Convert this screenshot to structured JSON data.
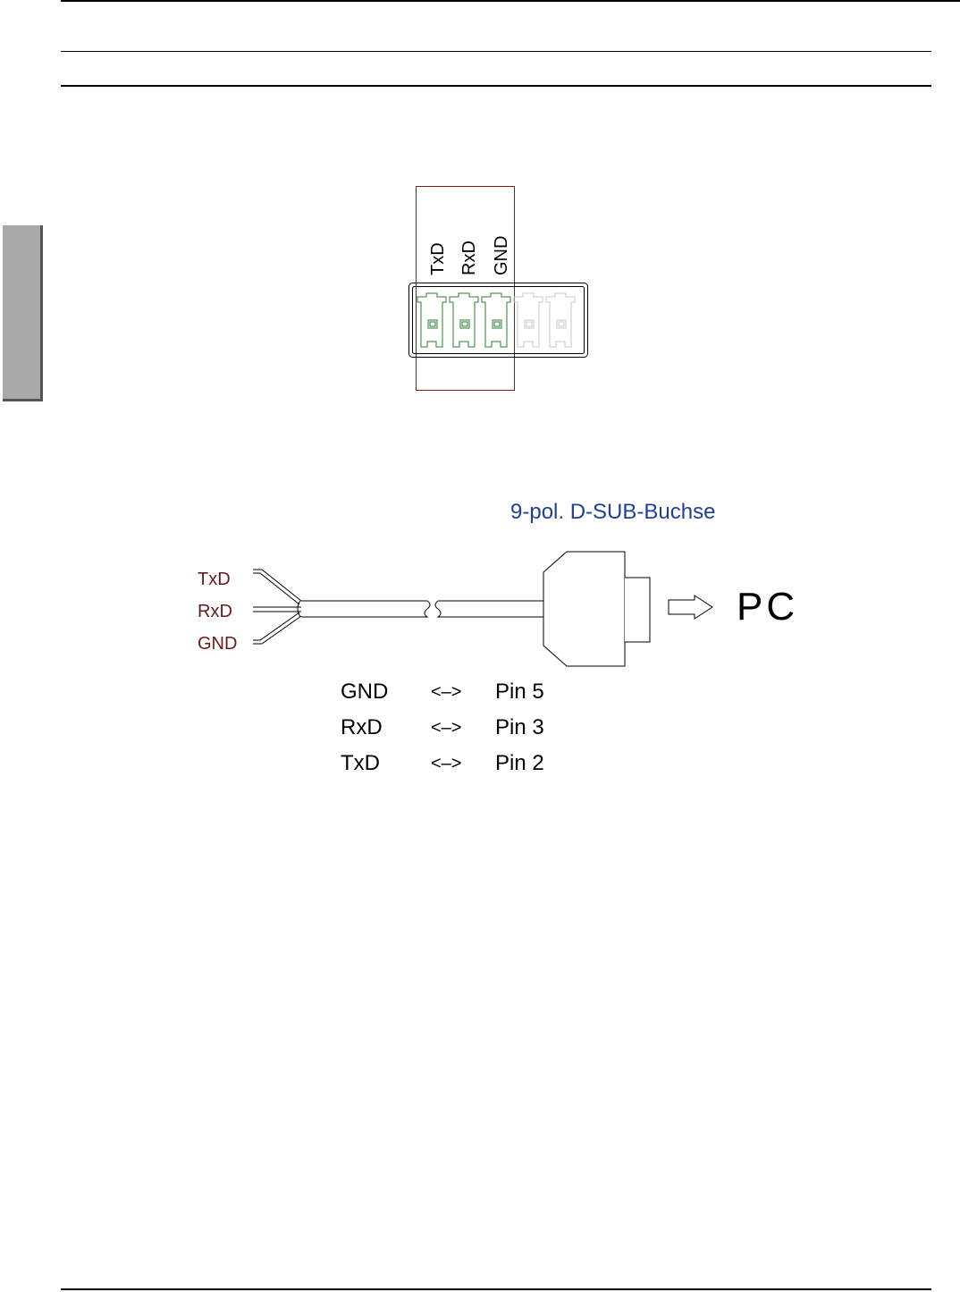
{
  "connector": {
    "pins": [
      "TxD",
      "RxD",
      "GND"
    ],
    "colors": {
      "active_pin": "#2e7d32",
      "inactive_pin": "#bdbdbd",
      "highlight_frame": "#8b1a1a"
    }
  },
  "cable": {
    "title": "9-pol. D-SUB-Buchse",
    "wires": [
      "TxD",
      "RxD",
      "GND"
    ],
    "target": "PC",
    "colors": {
      "title": "#1f3f9a",
      "wire_label": "#6b1a1a"
    }
  },
  "mapping": [
    {
      "signal": "GND",
      "arrow": "<–>",
      "pin": "Pin 5"
    },
    {
      "signal": "RxD",
      "arrow": "<–>",
      "pin": "Pin 3"
    },
    {
      "signal": "TxD",
      "arrow": "<–>",
      "pin": "Pin 2"
    }
  ]
}
